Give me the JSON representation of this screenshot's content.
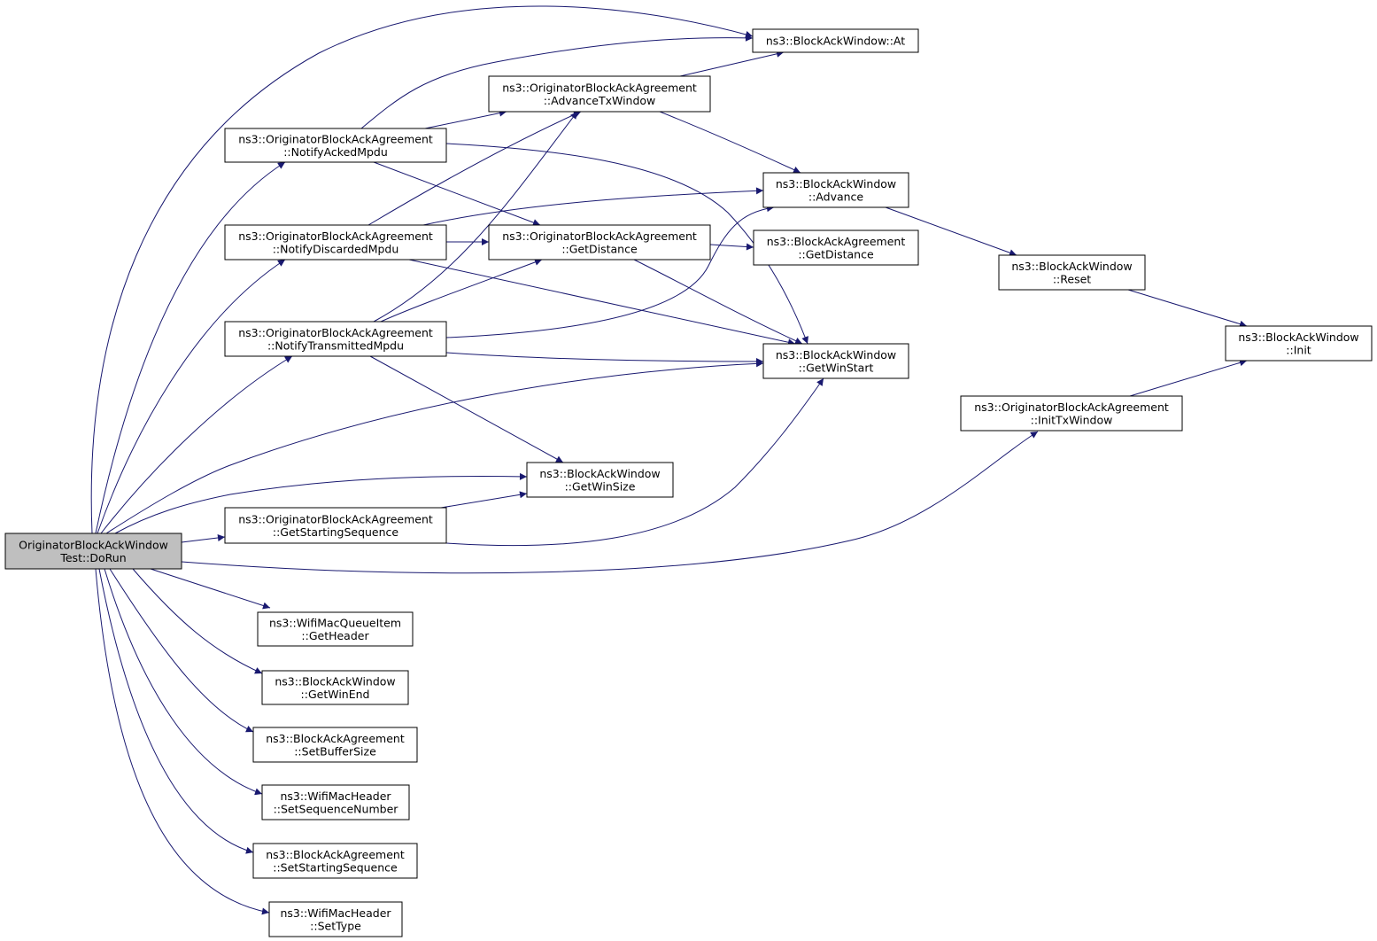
{
  "graph": {
    "nodes": [
      {
        "id": "root",
        "lines": [
          "OriginatorBlockAckWindow",
          "Test::DoRun"
        ],
        "highlight": true
      },
      {
        "id": "bawAt",
        "lines": [
          "ns3::BlockAckWindow::At"
        ]
      },
      {
        "id": "advTx",
        "lines": [
          "ns3::OriginatorBlockAckAgreement",
          "::AdvanceTxWindow"
        ]
      },
      {
        "id": "ackM",
        "lines": [
          "ns3::OriginatorBlockAckAgreement",
          "::NotifyAckedMpdu"
        ]
      },
      {
        "id": "bawAdv",
        "lines": [
          "ns3::BlockAckWindow",
          "::Advance"
        ]
      },
      {
        "id": "discM",
        "lines": [
          "ns3::OriginatorBlockAckAgreement",
          "::NotifyDiscardedMpdu"
        ]
      },
      {
        "id": "oGetD",
        "lines": [
          "ns3::OriginatorBlockAckAgreement",
          "::GetDistance"
        ]
      },
      {
        "id": "bGetD",
        "lines": [
          "ns3::BlockAckAgreement",
          "::GetDistance"
        ]
      },
      {
        "id": "reset",
        "lines": [
          "ns3::BlockAckWindow",
          "::Reset"
        ]
      },
      {
        "id": "txM",
        "lines": [
          "ns3::OriginatorBlockAckAgreement",
          "::NotifyTransmittedMpdu"
        ]
      },
      {
        "id": "init",
        "lines": [
          "ns3::BlockAckWindow",
          "::Init"
        ]
      },
      {
        "id": "wStart",
        "lines": [
          "ns3::BlockAckWindow",
          "::GetWinStart"
        ]
      },
      {
        "id": "initTx",
        "lines": [
          "ns3::OriginatorBlockAckAgreement",
          "::InitTxWindow"
        ]
      },
      {
        "id": "wSize",
        "lines": [
          "ns3::BlockAckWindow",
          "::GetWinSize"
        ]
      },
      {
        "id": "gss",
        "lines": [
          "ns3::OriginatorBlockAckAgreement",
          "::GetStartingSequence"
        ]
      },
      {
        "id": "gh",
        "lines": [
          "ns3::WifiMacQueueItem",
          "::GetHeader"
        ]
      },
      {
        "id": "wEnd",
        "lines": [
          "ns3::BlockAckWindow",
          "::GetWinEnd"
        ]
      },
      {
        "id": "sbs",
        "lines": [
          "ns3::BlockAckAgreement",
          "::SetBufferSize"
        ]
      },
      {
        "id": "ssn",
        "lines": [
          "ns3::WifiMacHeader",
          "::SetSequenceNumber"
        ]
      },
      {
        "id": "sss",
        "lines": [
          "ns3::BlockAckAgreement",
          "::SetStartingSequence"
        ]
      },
      {
        "id": "st",
        "lines": [
          "ns3::WifiMacHeader",
          "::SetType"
        ]
      }
    ],
    "edges": [
      {
        "from": "root",
        "to": "bawAt"
      },
      {
        "from": "root",
        "to": "ackM"
      },
      {
        "from": "root",
        "to": "discM"
      },
      {
        "from": "root",
        "to": "txM"
      },
      {
        "from": "root",
        "to": "wStart"
      },
      {
        "from": "root",
        "to": "wSize"
      },
      {
        "from": "root",
        "to": "gss"
      },
      {
        "from": "root",
        "to": "initTx"
      },
      {
        "from": "root",
        "to": "gh"
      },
      {
        "from": "root",
        "to": "wEnd"
      },
      {
        "from": "root",
        "to": "sbs"
      },
      {
        "from": "root",
        "to": "ssn"
      },
      {
        "from": "root",
        "to": "sss"
      },
      {
        "from": "root",
        "to": "st"
      },
      {
        "from": "ackM",
        "to": "bawAt"
      },
      {
        "from": "ackM",
        "to": "advTx"
      },
      {
        "from": "ackM",
        "to": "oGetD"
      },
      {
        "from": "ackM",
        "to": "wStart"
      },
      {
        "from": "advTx",
        "to": "bawAt"
      },
      {
        "from": "advTx",
        "to": "bawAdv"
      },
      {
        "from": "discM",
        "to": "advTx"
      },
      {
        "from": "discM",
        "to": "bawAdv"
      },
      {
        "from": "discM",
        "to": "oGetD"
      },
      {
        "from": "discM",
        "to": "wStart"
      },
      {
        "from": "txM",
        "to": "advTx"
      },
      {
        "from": "txM",
        "to": "oGetD"
      },
      {
        "from": "txM",
        "to": "bawAdv"
      },
      {
        "from": "txM",
        "to": "wStart"
      },
      {
        "from": "txM",
        "to": "wSize"
      },
      {
        "from": "oGetD",
        "to": "bGetD"
      },
      {
        "from": "oGetD",
        "to": "wStart"
      },
      {
        "from": "bawAdv",
        "to": "reset"
      },
      {
        "from": "reset",
        "to": "init"
      },
      {
        "from": "initTx",
        "to": "init"
      },
      {
        "from": "gss",
        "to": "wSize"
      },
      {
        "from": "gss",
        "to": "wStart"
      }
    ]
  }
}
